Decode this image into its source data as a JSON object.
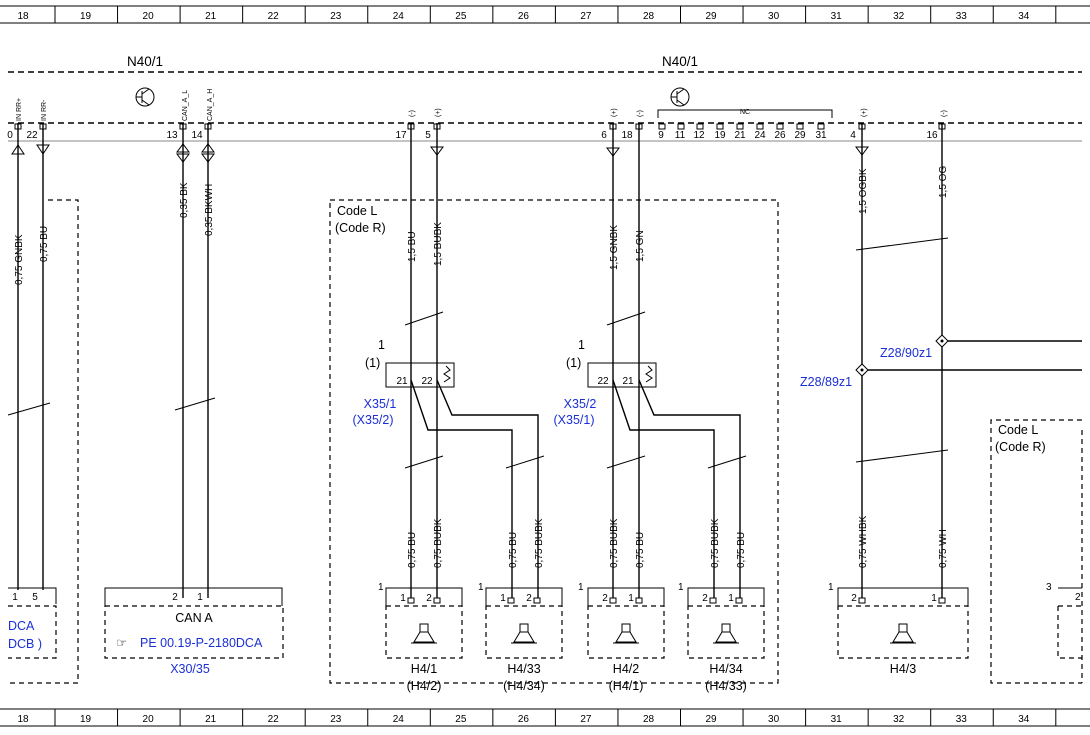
{
  "grid": {
    "top": [
      "18",
      "19",
      "20",
      "21",
      "22",
      "23",
      "24",
      "25",
      "26",
      "27",
      "28",
      "29",
      "30",
      "31",
      "32",
      "33",
      "34"
    ],
    "bottom": [
      "18",
      "19",
      "20",
      "21",
      "22",
      "23",
      "24",
      "25",
      "26",
      "27",
      "28",
      "29",
      "30",
      "31",
      "32",
      "33",
      "34"
    ]
  },
  "modules": {
    "left_title": "N40/1",
    "right_title": "N40/1"
  },
  "pins": {
    "p_0": "0",
    "p_22": "22",
    "p_13": "13",
    "p_14": "14",
    "p_17": "17",
    "p_5": "5",
    "p_6": "6",
    "p_18": "18",
    "nc": [
      "9",
      "11",
      "12",
      "19",
      "21",
      "24",
      "26",
      "29",
      "31"
    ],
    "p_4": "4",
    "p_16": "16",
    "label_inrrp": "IN RR+",
    "label_inrrm": "IN RR-",
    "label_canl": "CAN_A_L",
    "label_canh": "CAN_A_H",
    "label_nc": "NC",
    "pol_minus": "(-)",
    "pol_plus": "(+)"
  },
  "wires": {
    "w_gnbk": "0,75 GNBK",
    "w_bu_left": "0,75 BU",
    "w_bk": "0,35 BK",
    "w_bkwh": "0,35 BKWH",
    "w_15bu": "1,5 BU",
    "w_15bubk": "1,5 BUBK",
    "w_15gnbk": "1,5 GNBK",
    "w_15gn": "1,5 GN",
    "w_15ogbk": "1,5 OGBK",
    "w_15og": "1,5 OG",
    "w_a1": "0,75 BU",
    "w_a2": "0,75 BUBK",
    "w_a3": "0,75 BU",
    "w_a4": "0,75 BUBK",
    "w_b1": "0,75 BUBK",
    "w_b2": "0,75 BU",
    "w_b3": "0,75 BUBK",
    "w_b4": "0,75 BU",
    "w_whbk": "0,75 WHBK",
    "w_wh": "0,75 WH"
  },
  "code_boxes": {
    "code_l": "Code L",
    "code_r": "(Code R)",
    "code_l2": "Code L",
    "code_r2": "(Code R)"
  },
  "connectors": {
    "x35_1": "X35/1",
    "x35_1_alt": "(X35/2)",
    "x35_2": "X35/2",
    "x35_2_alt": "(X35/1)",
    "one": "1",
    "one_paren": "(1)",
    "pin21": "21",
    "pin22": "22"
  },
  "splices": {
    "z28_90": "Z28/90z1",
    "z28_89": "Z28/89z1"
  },
  "components": {
    "dca": "DCA",
    "dcb": "DCB )",
    "can_a": "CAN A",
    "pe_ref": "PE 00.19-P-2180DCA",
    "x30_35": "X30/35",
    "h41": "H4/1",
    "h41_alt": "(H4/2)",
    "h433": "H4/33",
    "h433_alt": "(H4/34)",
    "h42": "H4/2",
    "h42_alt": "(H4/1)",
    "h434": "H4/34",
    "h434_alt": "(H4/33)",
    "h43": "H4/3",
    "num1": "1",
    "num2": "2",
    "num3": "3",
    "num5": "5"
  }
}
